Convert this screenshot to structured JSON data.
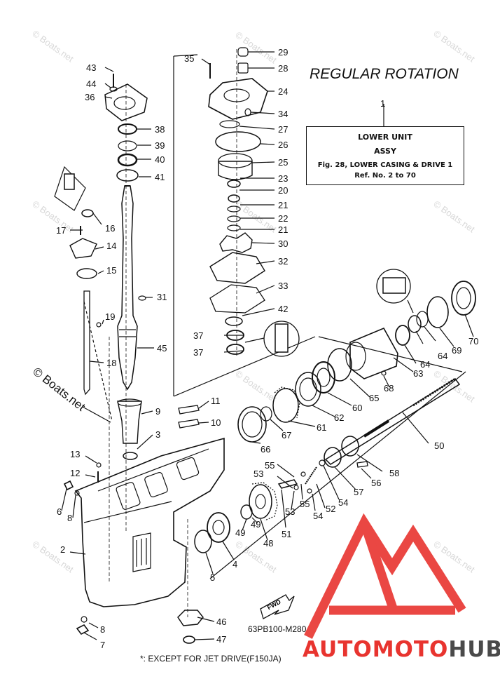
{
  "title": "REGULAR ROTATION",
  "ref_box": {
    "callout": "1",
    "line1": "LOWER UNIT",
    "line2": "ASSY",
    "line3": "Fig. 28, LOWER CASING & DRIVE 1",
    "line4": "Ref. No. 2 to 70"
  },
  "part_code": "63PB100-M280",
  "footnote": "*: EXCEPT FOR JET DRIVE(F150JA)",
  "copyright": "© Boats.net",
  "watermark": "© Boats.net",
  "fwd_label": "FWD",
  "logo": {
    "part1": "AUTOMOTO",
    "part2": "HUB",
    "color_red": "#e8342f",
    "color_gray": "#4a4a4a"
  },
  "callouts": [
    "43",
    "44",
    "36",
    "38",
    "39",
    "40",
    "41",
    "16",
    "17",
    "14",
    "15",
    "19",
    "18",
    "31",
    "45",
    "35",
    "29",
    "28",
    "24",
    "34",
    "27",
    "26",
    "25",
    "23",
    "20",
    "21",
    "22",
    "21",
    "30",
    "32",
    "33",
    "42",
    "37",
    "37",
    "11",
    "10",
    "9",
    "3",
    "13",
    "12",
    "6",
    "8",
    "2",
    "8",
    "7",
    "46",
    "47",
    "5",
    "4",
    "49",
    "49",
    "48",
    "51",
    "53",
    "55",
    "53",
    "55",
    "54",
    "54",
    "52",
    "57",
    "56",
    "58",
    "50",
    "66",
    "67",
    "61",
    "62",
    "60",
    "65",
    "68",
    "63",
    "64",
    "64",
    "69",
    "70"
  ]
}
